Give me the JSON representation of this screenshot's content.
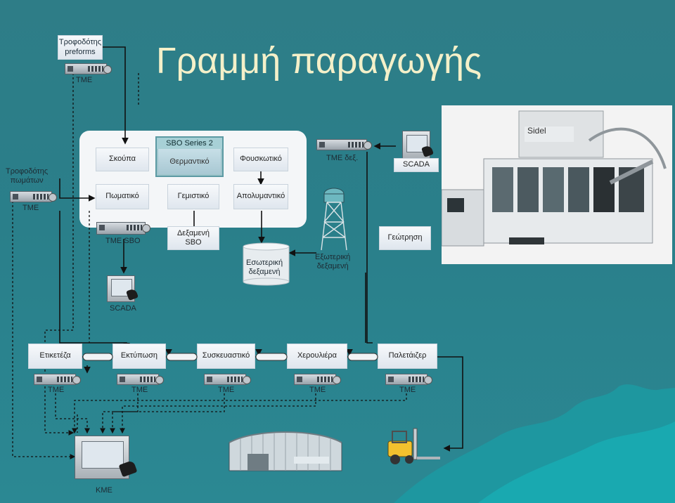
{
  "title": "Γραμμή παραγωγής",
  "feeders": {
    "preforms": "Τροφοδότης\npreforms",
    "preforms_tme": "TME",
    "caps": "Τροφοδότης\nπωμάτων",
    "caps_tme": "TME"
  },
  "sbo": {
    "series_label": "SBO Series 2",
    "row1": [
      "Σκούπα",
      "Θερμαντικό",
      "Φουσκωτικό"
    ],
    "row2": [
      "Πωματικό",
      "Γεμιστικό",
      "Απολυμαντικό"
    ]
  },
  "top_right": {
    "tme_tank": "TME δεξ.",
    "scada": "SCADA"
  },
  "mid": {
    "tme_sbo": "TME SBO",
    "tank_sbo": "Δεξαμενή\nSBO",
    "internal_tank": "Εσωτερική\nδεξαμενή",
    "external_tank": "Εξωτερική\nδεξαμενή",
    "drilling": "Γεώτρηση",
    "scada": "SCADA"
  },
  "line": {
    "stations": [
      "Ετικετέζα",
      "Εκτύπωση",
      "Συσκευαστικό",
      "Χερουλιέρα",
      "Παλετάιζερ"
    ],
    "tme": [
      "TME",
      "TME",
      "TME",
      "TME",
      "TME"
    ]
  },
  "kme": "KME",
  "photo": {
    "brand": "Sidel"
  }
}
